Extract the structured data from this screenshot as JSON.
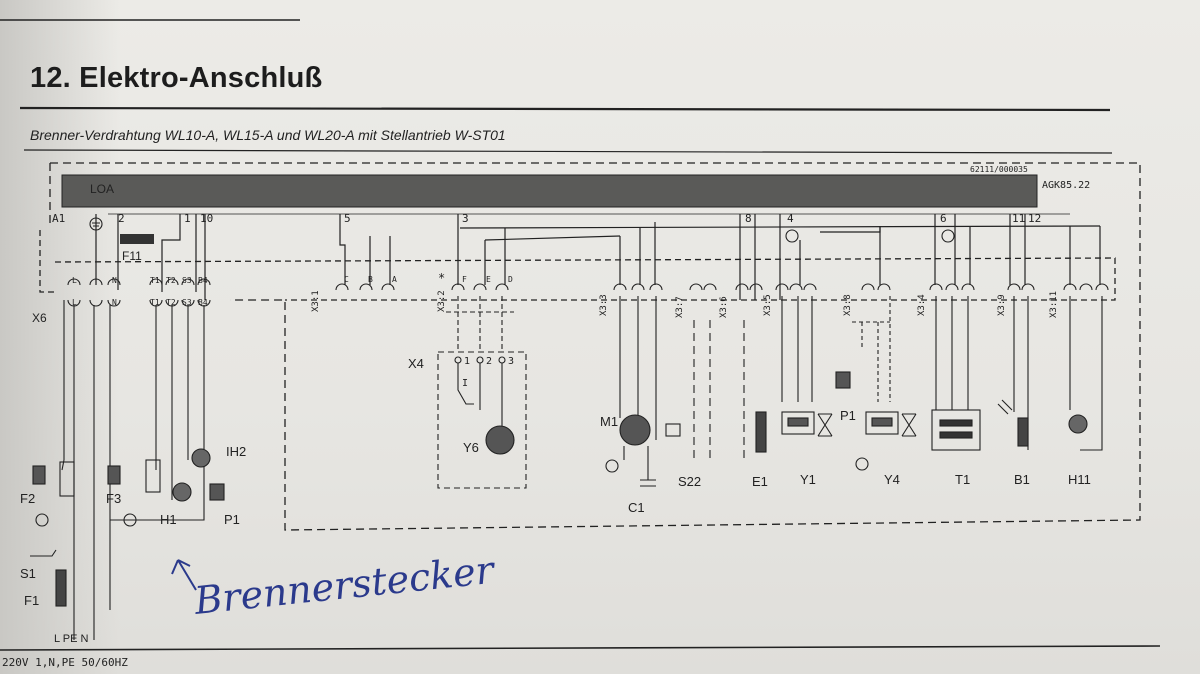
{
  "heading": "12. Elektro-Anschluß",
  "subtitle": "Brenner-Verdrahtung WL10-A, WL15-A und WL20-A mit Stellantrieb W-ST01",
  "control_unit": {
    "name": "LOA",
    "doc_code": "62111/000035",
    "model": "AGK85.22"
  },
  "terminals": {
    "a1": "A1",
    "t2": "2",
    "t1": "1",
    "t10": "10",
    "t5": "5",
    "t3": "3",
    "t8": "8",
    "t4": "4",
    "t6": "6",
    "t11": "11",
    "t12": "12"
  },
  "plug_pins": {
    "x6_top": [
      "L",
      "N"
    ],
    "x6_bottom": [
      "L",
      "N"
    ],
    "t_top": [
      "T1",
      "T2",
      "S3",
      "B4"
    ],
    "t_bottom": [
      "T1",
      "T2",
      "S3",
      "B4"
    ],
    "x31": [
      "C",
      "B",
      "A"
    ],
    "x32": [
      "F",
      "E",
      "D"
    ],
    "x4_pins": [
      "1",
      "2",
      "3"
    ],
    "star": "*",
    "switch_i": "I"
  },
  "connectors": {
    "x6": "X6",
    "x4": "X4",
    "x31": "X3:1",
    "x32": "X3:2",
    "x33": "X3:3",
    "x37": "X3:7",
    "x36": "X3:6",
    "x35": "X3:5",
    "x38": "X3:8",
    "x34": "X3:4",
    "x39": "X3:9",
    "x311": "X3:11"
  },
  "components": {
    "f11": "F11",
    "ih2": "IH2",
    "f2": "F2",
    "f3": "F3",
    "h1": "H1",
    "p1_left": "P1",
    "s1": "S1",
    "f1": "F1",
    "y6": "Y6",
    "m1": "M1",
    "c1": "C1",
    "s22": "S22",
    "e1": "E1",
    "y1": "Y1",
    "p1_mid": "P1",
    "y4": "Y4",
    "t1": "T1",
    "b1": "B1",
    "h11": "H11"
  },
  "supply": {
    "lines": "L PE N",
    "rating": "220V 1,N,PE 50/60HZ"
  },
  "annotation": "Brennerstecker",
  "colors": {
    "ink": "#222222",
    "bar": "#5a5a58",
    "handwriting": "#2b3a8c",
    "paper": "#e9e8e4"
  }
}
